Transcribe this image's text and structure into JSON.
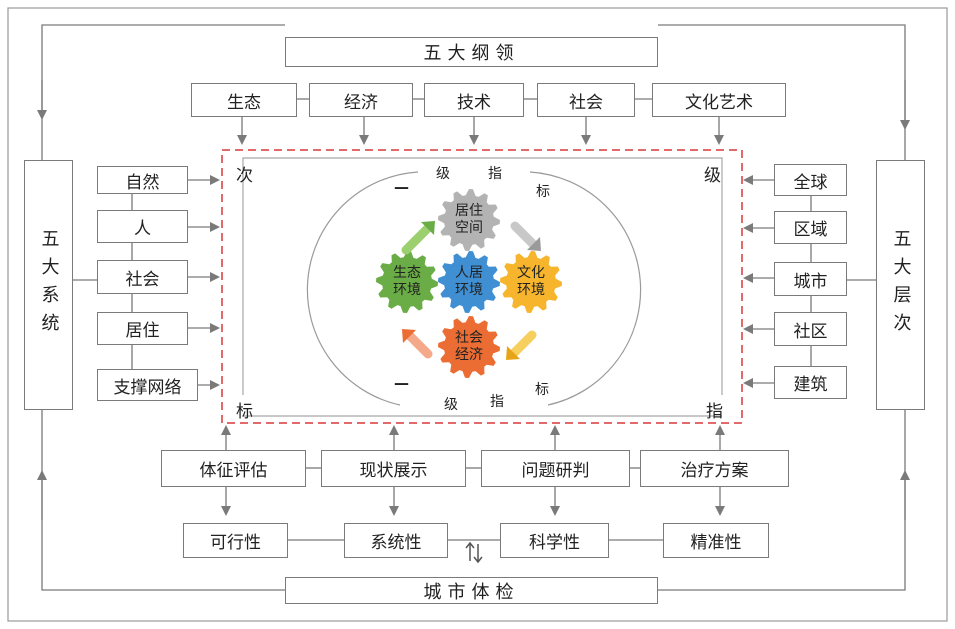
{
  "top_title": "五大纲领",
  "bottom_title": "城市体检",
  "left_title": "五大系统",
  "right_title": "五大层次",
  "principles": [
    "生态",
    "经济",
    "技术",
    "社会",
    "文化艺术"
  ],
  "systems": [
    "自然",
    "人",
    "社会",
    "居住",
    "支撑网络"
  ],
  "levels": [
    "全球",
    "区域",
    "城市",
    "社区",
    "建筑"
  ],
  "steps": [
    "体征评估",
    "现状展示",
    "问题研判",
    "治疗方案"
  ],
  "qualities": [
    "可行性",
    "系统性",
    "科学性",
    "精准性"
  ],
  "corner_labels": {
    "top_left": "次",
    "top_right": "级",
    "bottom_left": "标",
    "bottom_right": "指"
  },
  "ring_labels": {
    "top_1": "级",
    "top_2": "指",
    "top_3": "标",
    "bottom_1": "级",
    "bottom_2": "指",
    "bottom_3": "标",
    "top_dash": "—",
    "bottom_dash": "—"
  },
  "gears": {
    "top": {
      "line1": "居住",
      "line2": "空间",
      "color": "#b3b3b3"
    },
    "left": {
      "line1": "生态",
      "line2": "环境",
      "color": "#6aac45"
    },
    "center": {
      "line1": "人居",
      "line2": "环境",
      "color": "#3f8fd2"
    },
    "right": {
      "line1": "文化",
      "line2": "环境",
      "color": "#f6b52c"
    },
    "bottom": {
      "line1": "社会",
      "line2": "经济",
      "color": "#ec6d33"
    }
  },
  "colors": {
    "line": "#7a7a7a",
    "dashed_border": "#d8393a"
  },
  "icons": [
    "cycle-arrows-icon",
    "arrow-icon"
  ]
}
